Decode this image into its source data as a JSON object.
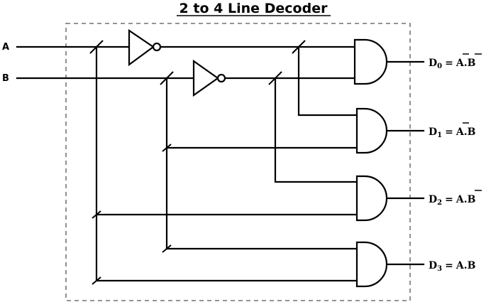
{
  "title": "2 to 4 Line Decoder",
  "inputs": [
    {
      "label": "A"
    },
    {
      "label": "B"
    }
  ],
  "outputs": [
    {
      "name": "D",
      "index": "0",
      "eq_left": "A",
      "eq_left_bar": true,
      "eq_right": "B",
      "eq_right_bar": true
    },
    {
      "name": "D",
      "index": "1",
      "eq_left": "A",
      "eq_left_bar": true,
      "eq_right": "B",
      "eq_right_bar": false
    },
    {
      "name": "D",
      "index": "2",
      "eq_left": "A",
      "eq_left_bar": false,
      "eq_right": "B",
      "eq_right_bar": true
    },
    {
      "name": "D",
      "index": "3",
      "eq_left": "A",
      "eq_left_bar": false,
      "eq_right": "B",
      "eq_right_bar": false
    }
  ],
  "eq_symbol": "=",
  "eq_dot": "."
}
